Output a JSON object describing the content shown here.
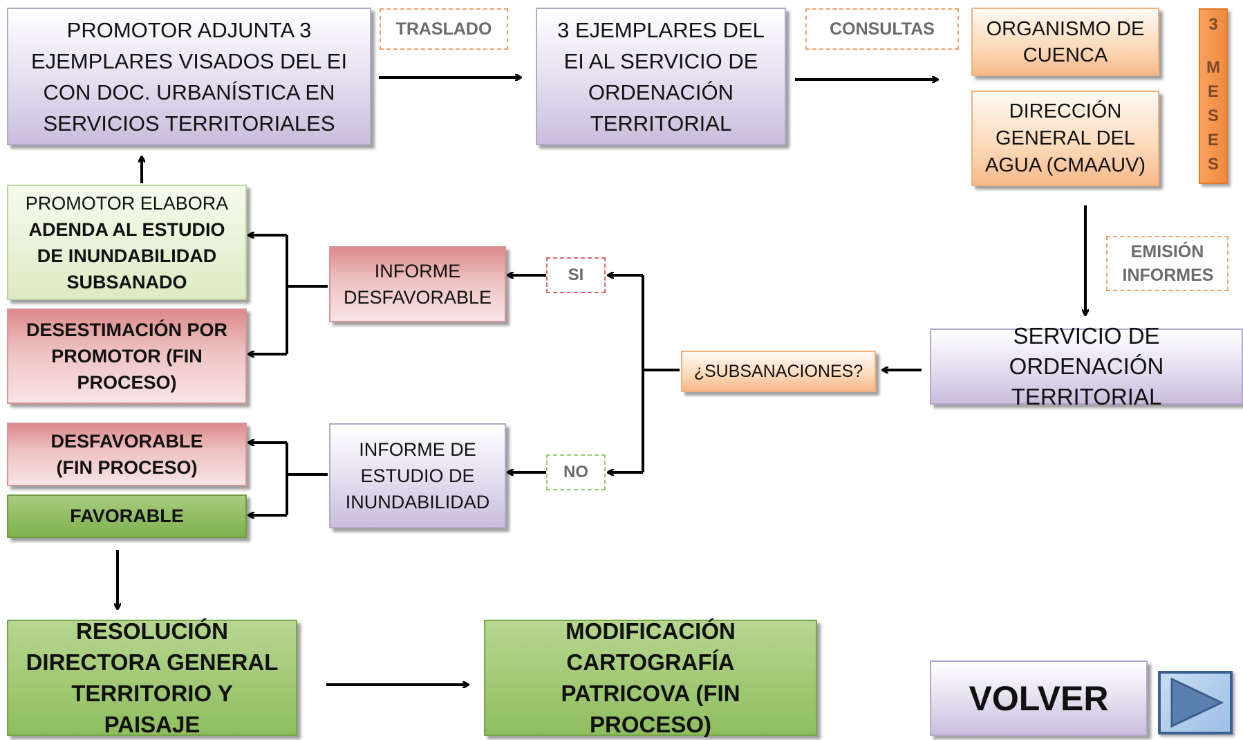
{
  "nodes": {
    "promotor_adjunta": "PROMOTOR ADJUNTA 3 EJEMPLARES VISADOS DEL EI CON DOC. URBANÍSTICA EN SERVICIOS TERRITORIALES",
    "tres_ejemplares": "3 EJEMPLARES DEL EI AL SERVICIO DE ORDENACIÓN TERRITORIAL",
    "organismo_cuenca": "ORGANISMO DE CUENCA",
    "direccion_agua": "DIRECCIÓN GENERAL DEL AGUA (CMAAUV)",
    "meses_number": "3",
    "meses_letters": [
      "M",
      "E",
      "S",
      "E",
      "S"
    ],
    "servicio_ordenacion": "SERVICIO DE ORDENACIÓN TERRITORIAL",
    "subsanaciones": "¿SUBSANACIONES?",
    "informe_desfavorable": "INFORME DESFAVORABLE",
    "informe_estudio": "INFORME DE ESTUDIO DE INUNDABILIDAD",
    "promotor_elabora_intro": "PROMOTOR ELABORA",
    "promotor_elabora_bold": "ADENDA AL ESTUDIO DE INUNDABILIDAD SUBSANADO",
    "desestimacion": "DESESTIMACIÓN POR PROMOTOR (FIN PROCESO)",
    "desfavorable": "DESFAVORABLE (FIN PROCESO)",
    "favorable": "FAVORABLE",
    "resolucion": "RESOLUCIÓN DIRECTORA GENERAL TERRITORIO Y PAISAJE",
    "modificacion": "MODIFICACIÓN CARTOGRAFÍA PATRICOVA (FIN PROCESO)"
  },
  "labels": {
    "traslado": "TRASLADO",
    "consultas": "CONSULTAS",
    "emision": "EMISIÓN INFORMES",
    "si": "SI",
    "no": "NO"
  },
  "nav": {
    "volver": "VOLVER",
    "play_icon": "play-triangle-icon"
  },
  "colors": {
    "purple": "#c9bedd",
    "orange": "#f6b889",
    "green_light": "#dcebc3",
    "red": "#dc8a8a",
    "green": "#7fb04e",
    "arrow": "#000000",
    "volver_button": "#9dbfe6"
  }
}
